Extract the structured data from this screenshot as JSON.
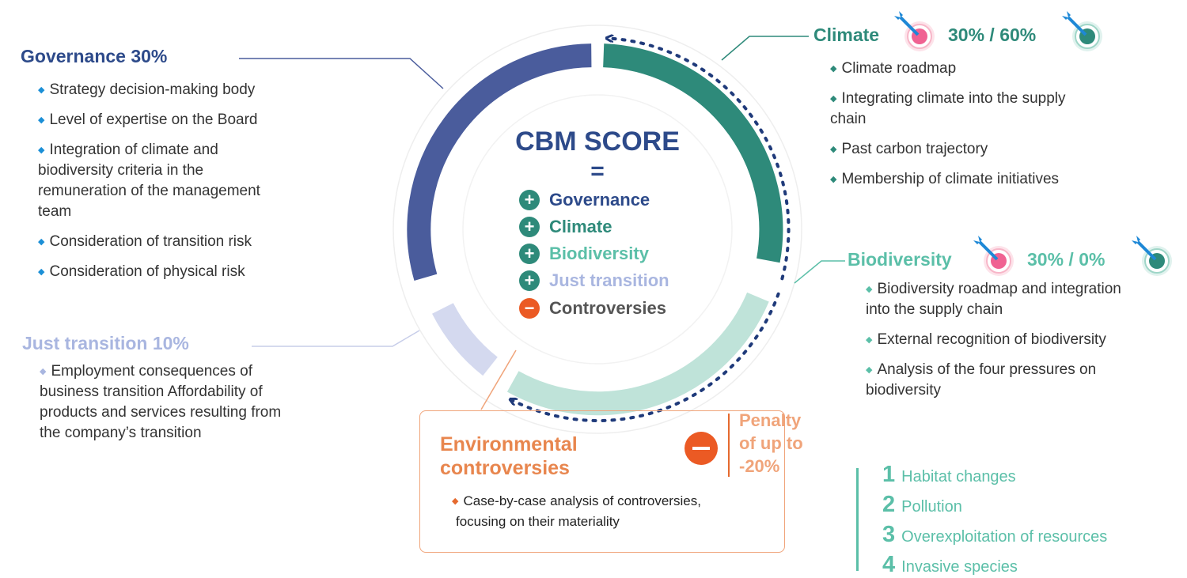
{
  "center": {
    "title": "CBM SCORE",
    "equals": "=",
    "items": [
      {
        "sign": "+",
        "label": "Governance",
        "color": "#2d4a8a",
        "badge_color": "#2e8a7a"
      },
      {
        "sign": "+",
        "label": "Climate",
        "color": "#2e8a7a",
        "badge_color": "#2e8a7a"
      },
      {
        "sign": "+",
        "label": "Biodiversity",
        "color": "#5bbfa8",
        "badge_color": "#2e8a7a"
      },
      {
        "sign": "+",
        "label": "Just transition",
        "color": "#a9b6e0",
        "badge_color": "#2e8a7a"
      },
      {
        "sign": "−",
        "label": "Controversies",
        "color": "#555555",
        "badge_color": "#eb5a24"
      }
    ]
  },
  "governance": {
    "title": "Governance 30%",
    "color": "#2d4a8a",
    "bullets": [
      "Strategy decision-making body",
      "Level of expertise on the Board",
      "Integration of climate and biodiversity criteria in the remuneration of the management team",
      "Consideration of transition risk",
      "Consideration of physical risk"
    ]
  },
  "just_transition": {
    "title": "Just transition 10%",
    "color": "#a9b6e0",
    "bullets": [
      "Employment consequences of business transition Affordability of products and services resulting from the company’s transition"
    ]
  },
  "climate": {
    "title": "Climate",
    "pct": "30% / 60%",
    "color": "#2e8a7a",
    "bullets": [
      "Climate roadmap",
      "Integrating climate into the supply chain",
      "Past carbon trajectory",
      "Membership of climate initiatives"
    ]
  },
  "biodiversity": {
    "title": "Biodiversity",
    "pct": "30% / 0%",
    "color": "#5bbfa8",
    "bullets": [
      "Biodiversity roadmap and integration into the supply chain",
      "External recognition of biodiversity",
      "Analysis of the four pressures on biodiversity"
    ],
    "pressures": [
      {
        "num": "1",
        "label": "Habitat changes"
      },
      {
        "num": "2",
        "label": "Pollution"
      },
      {
        "num": "3",
        "label": "Overexploitation of resources"
      },
      {
        "num": "4",
        "label": "Invasive species"
      }
    ]
  },
  "controversies": {
    "title_line1": "Environmental",
    "title_line2": "controversies",
    "bullet_line1": "Case-by-case analysis of controversies,",
    "bullet_line2": "focusing on their materiality",
    "color": "#e8864e",
    "penalty_line1": "Penalty",
    "penalty_line2": "of up to",
    "penalty_line3": "-20%"
  },
  "icons": [
    "target-icon",
    "diamond-bullet-icon",
    "plus-icon",
    "minus-icon",
    "arrow-icon"
  ],
  "colors": {
    "governance": "#4a5c9c",
    "climate": "#2e8a7a",
    "biodiversity": "#bfe3d9",
    "just_transition": "#d4d9ef",
    "dotted": "#1f3a7a",
    "target_pink": "#f06292",
    "target_teal": "#2e8a7a",
    "dart": "#1e88d6"
  }
}
